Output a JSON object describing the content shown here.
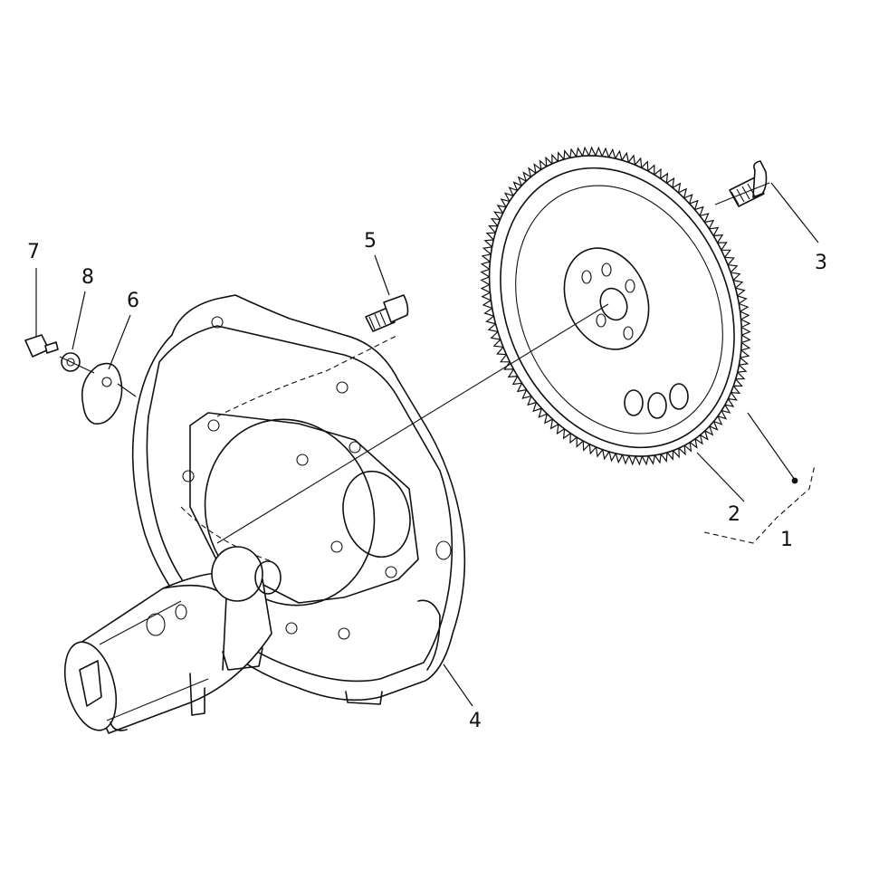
{
  "callouts": [
    {
      "id": "1",
      "text": "1"
    },
    {
      "id": "2",
      "text": "2"
    },
    {
      "id": "3",
      "text": "3"
    },
    {
      "id": "4",
      "text": "4"
    },
    {
      "id": "5",
      "text": "5"
    },
    {
      "id": "6",
      "text": "6"
    },
    {
      "id": "7",
      "text": "7"
    },
    {
      "id": "8",
      "text": "8"
    }
  ]
}
